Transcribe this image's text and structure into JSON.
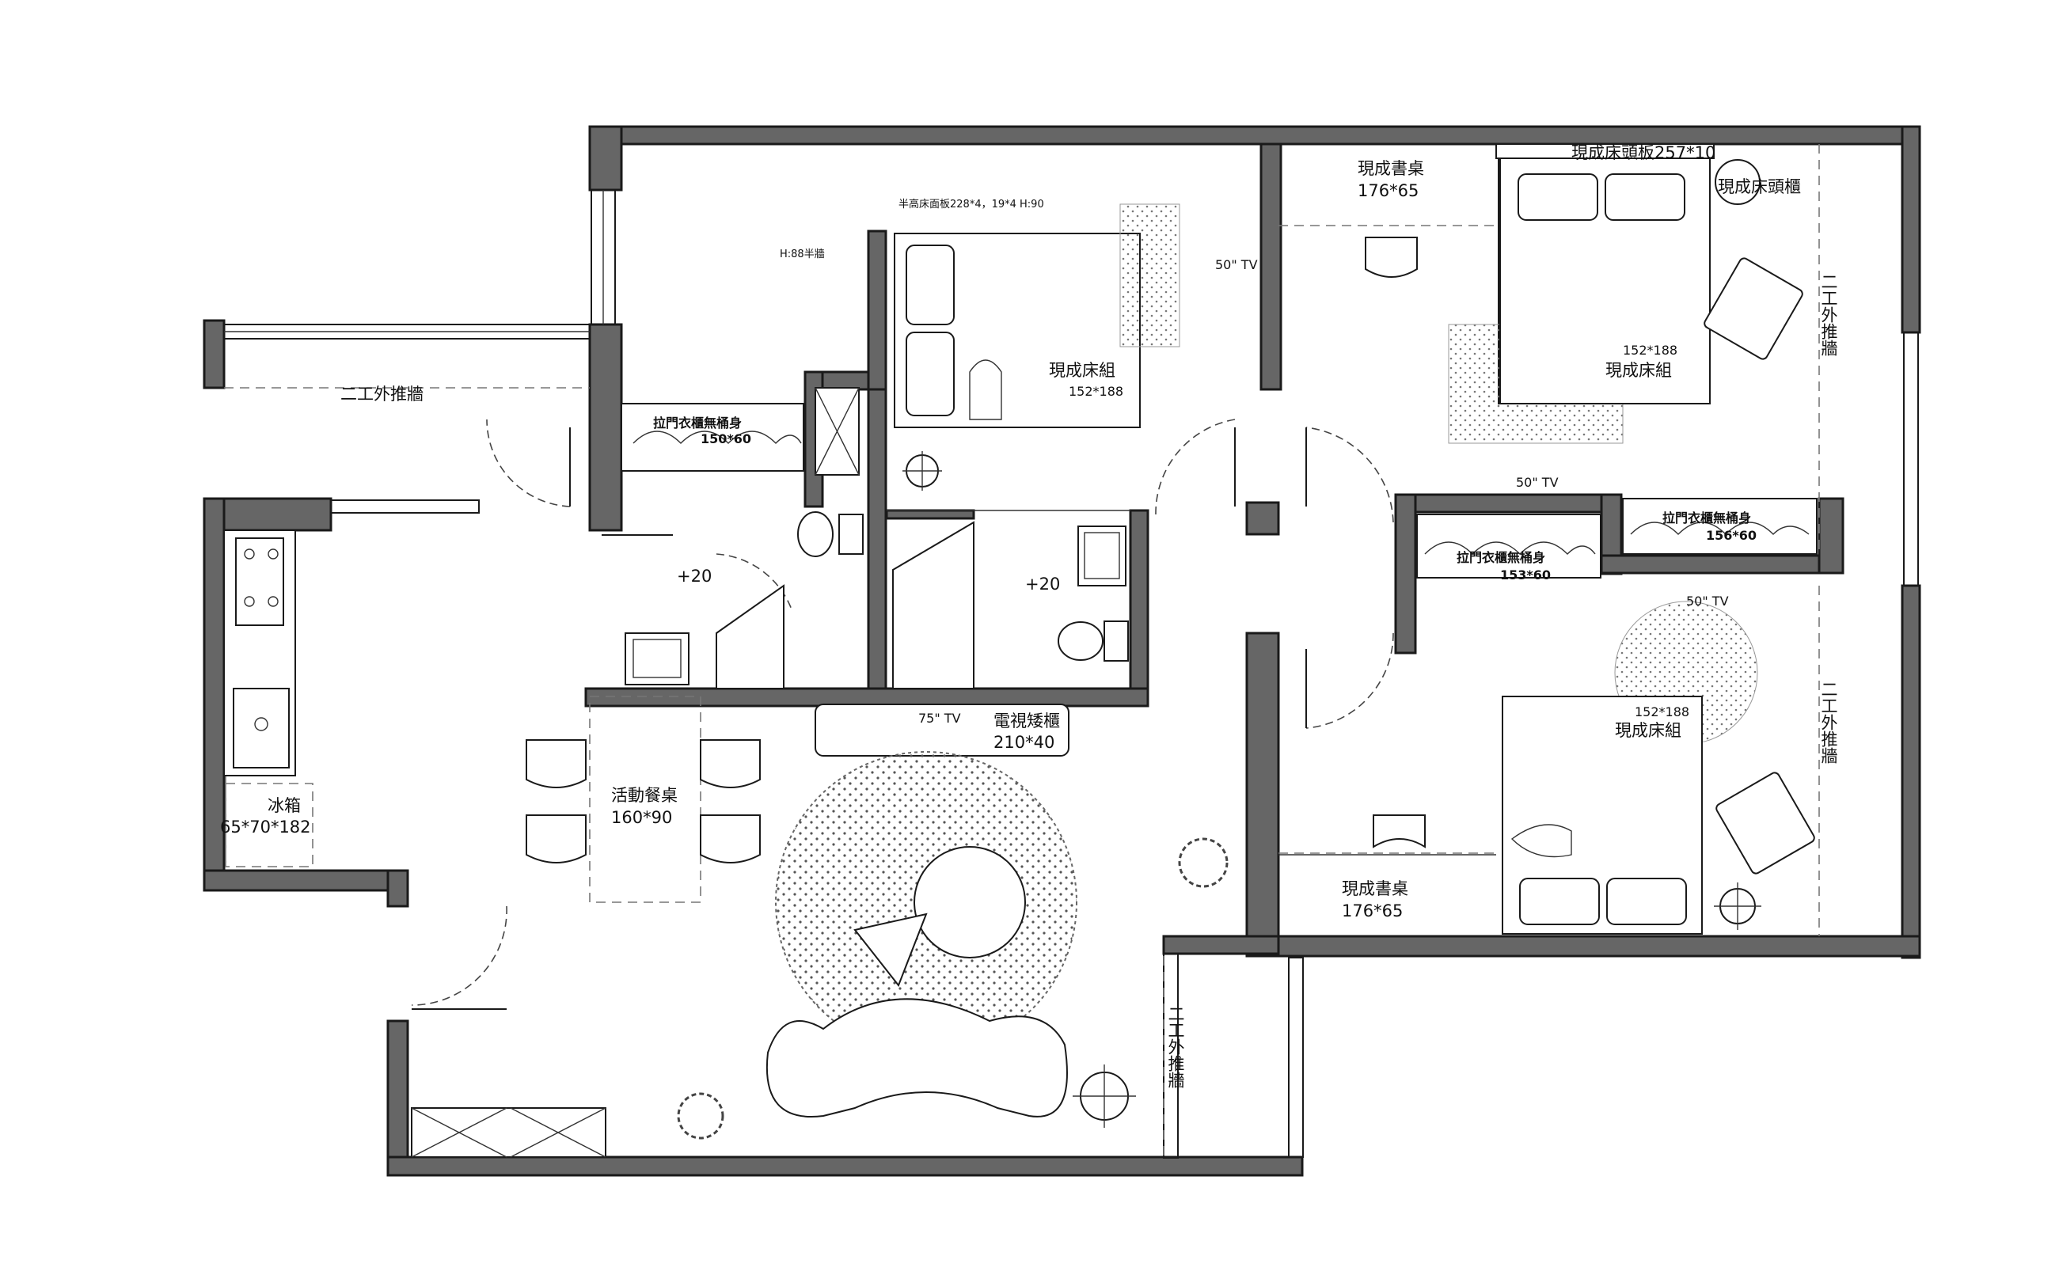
{
  "labels": {
    "window_wall_left": "二工外推牆",
    "window_wall_right_top": "二工外推牆",
    "window_wall_right_bottom": "二工外推牆",
    "window_wall_bottom": "二工外推牆",
    "wardrobe_top_left": "拉門衣櫃無桶身",
    "wardrobe_top_left_size": "150*60",
    "half_wall_panel": "半高床面板228*4，19*4  H:90",
    "half_wall_height": "H:88半牆",
    "bed_top_left": "現成床組",
    "bed_top_left_size": "152*188",
    "tv_top_left_room": "50\" TV",
    "bath_left_level": "+20",
    "bath_right_level": "+20",
    "tv_cabinet": "電視矮櫃",
    "tv_cabinet_size": "210*40",
    "tv_living": "75\" TV",
    "dining_table": "活動餐桌",
    "dining_table_size": "160*90",
    "fridge": "冰箱",
    "fridge_size": "65*70*182",
    "desk_top_right": "現成書桌",
    "desk_top_right_size": "176*65",
    "headboard": "現成床頭板257*10",
    "nightstand": "現成床頭櫃",
    "bed_top_right_size": "152*188",
    "bed_top_right": "現成床組",
    "tv_mid_1": "50\" TV",
    "wardrobe_mid": "拉門衣櫃無桶身",
    "wardrobe_mid_size": "153*60",
    "wardrobe_right": "拉門衣櫃無桶身",
    "wardrobe_right_size": "156*60",
    "tv_mid_2": "50\" TV",
    "bed_bottom_right_size": "152*188",
    "bed_bottom_right": "現成床組",
    "desk_bottom_right": "現成書桌",
    "desk_bottom_right_size": "176*65"
  }
}
